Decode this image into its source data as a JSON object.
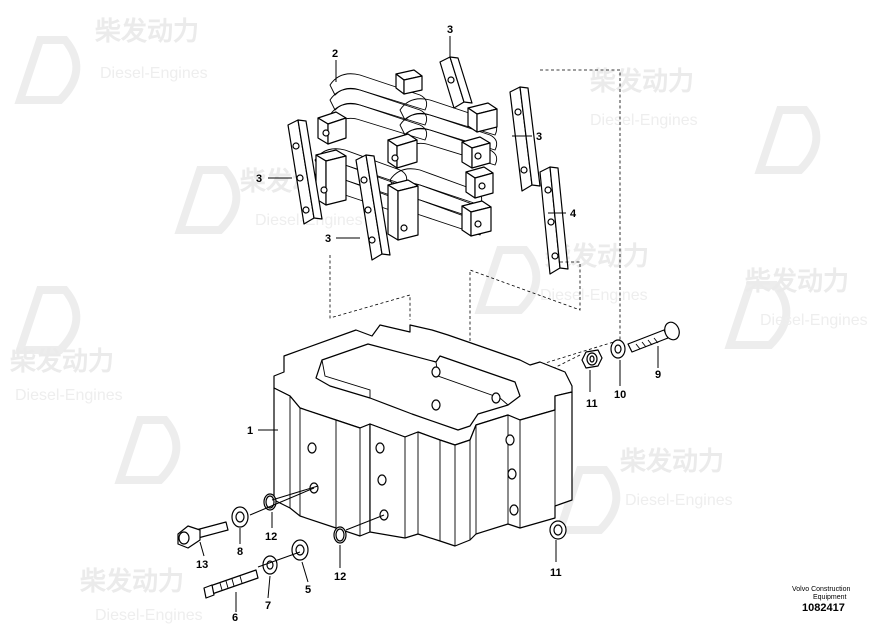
{
  "diagram": {
    "callouts": [
      "1",
      "2",
      "3",
      "3",
      "3",
      "3",
      "4",
      "5",
      "6",
      "7",
      "8",
      "9",
      "10",
      "11",
      "11",
      "12",
      "12",
      "13"
    ],
    "footer": {
      "company_line1": "Volvo Construction",
      "company_line2": "Equipment",
      "drawing_number": "1082417"
    },
    "watermark": {
      "brand_cn": "柴发动力",
      "brand_en": "Diesel-Engines"
    }
  }
}
